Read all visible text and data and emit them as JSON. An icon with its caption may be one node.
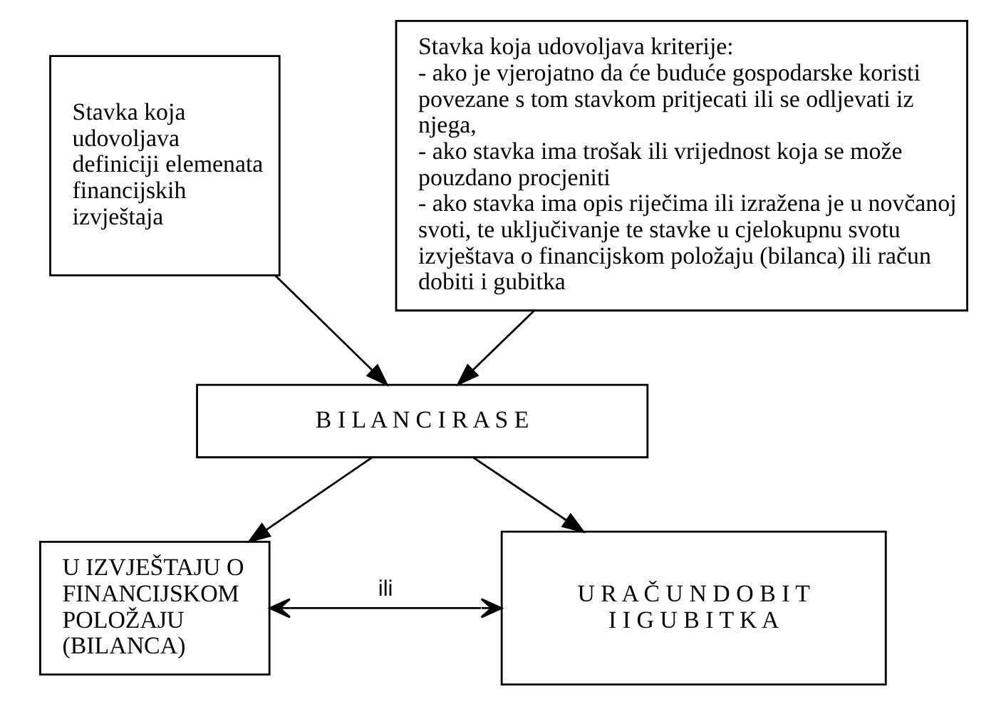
{
  "diagram": {
    "nodes": [
      {
        "text": [
          "Stavka koja udovoljava definiciji elemenata financijskih izvještaja"
        ]
      },
      {
        "text": [
          "Stavka koja udovoljava kriterije:",
          "- ako je vjerojatno da će buduće gospodarske koristi povezane s tom stavkom pritjecati ili se odljevati iz njega,",
          "- ako stavka ima trošak ili vrijednost koja se može pouzdano procjeniti",
          "- ako stavka ima opis riječima ili izražena je u novčanoj svoti, te uključivanje te stavke u cjelokupnu svotu izvještava o financijskom položaju (bilanca) ili račun dobiti i gubitka"
        ]
      },
      {
        "text": [
          "B I L A N C I R A S E"
        ]
      },
      {
        "text": [
          "U IZVJEŠTAJU O FINANCIJSKOM POLOŽAJU (BILANCA)"
        ]
      },
      {
        "text": [
          "U R A Č U N D O B I T I I G U B I T K A"
        ]
      }
    ],
    "edges": [
      {
        "from": 0,
        "to": 2,
        "arrow": "to"
      },
      {
        "from": 1,
        "to": 2,
        "arrow": "to"
      },
      {
        "from": 2,
        "to": 3,
        "arrow": "to"
      },
      {
        "from": 2,
        "to": 4,
        "arrow": "to"
      },
      {
        "from": 3,
        "to": 4,
        "arrow": "both",
        "label": "ili"
      }
    ]
  }
}
